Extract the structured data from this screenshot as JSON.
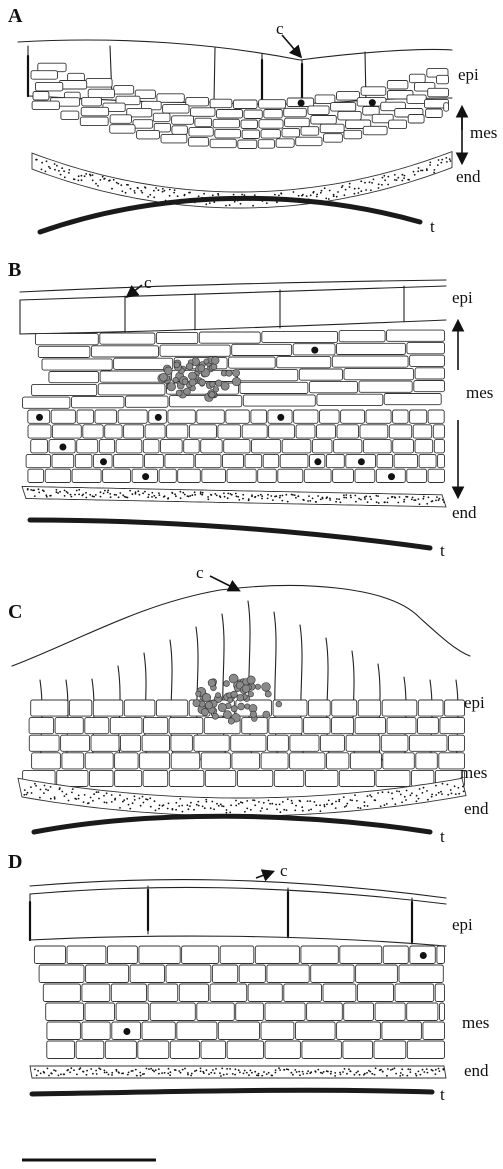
{
  "panels": [
    {
      "id": "A",
      "c": "c",
      "layers": [
        "epi",
        "mes",
        "end",
        "t"
      ]
    },
    {
      "id": "B",
      "c": "c",
      "layers": [
        "epi",
        "mes",
        "end",
        "t"
      ]
    },
    {
      "id": "C",
      "c": "c",
      "layers": [
        "epi",
        "mes",
        "end",
        "t"
      ]
    },
    {
      "id": "D",
      "c": "c",
      "layers": [
        "epi",
        "mes",
        "end",
        "t"
      ]
    }
  ],
  "colors": {
    "ink": "#222222",
    "crystal": "#8a8a8a",
    "background": "#ffffff"
  }
}
